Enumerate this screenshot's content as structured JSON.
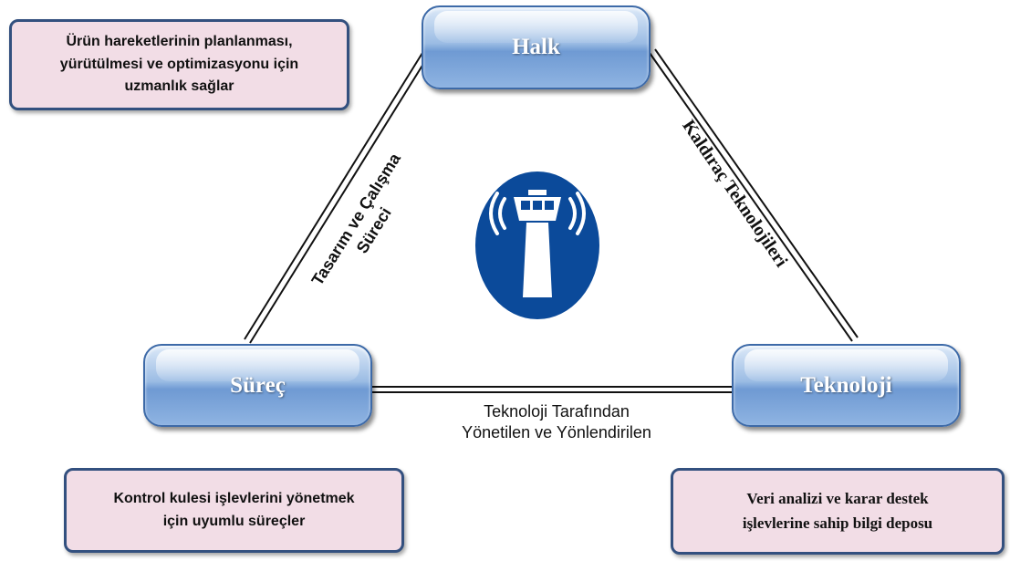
{
  "nodes": {
    "halk": "Halk",
    "surec": "Süreç",
    "teknoloji": "Teknoloji"
  },
  "edges": {
    "left_line1": "Tasarım ve Çalışma",
    "left_line2": "Süreci",
    "right": "Kaldıraç Teknolojileri",
    "bottom_line1": "Teknoloji Tarafından",
    "bottom_line2": "Yönetilen ve Yönlendirilen"
  },
  "notes": {
    "halk_line1": "Ürün hareketlerinin planlanması,",
    "halk_line2": "yürütülmesi ve optimizasyonu için",
    "halk_line3": "uzmanlık sağlar",
    "surec_line1": "Kontrol kulesi işlevlerini yönetmek",
    "surec_line2": "için uyumlu süreçler",
    "teknoloji_line1": "Veri analizi ve karar destek",
    "teknoloji_line2": "işlevlerine sahip bilgi deposu"
  },
  "icon": "control-tower-icon",
  "colors": {
    "node_blue": "#7fa8dc",
    "note_fill": "#f2dde6",
    "note_border": "#33507f",
    "tower_circle": "#0b4a9a"
  }
}
